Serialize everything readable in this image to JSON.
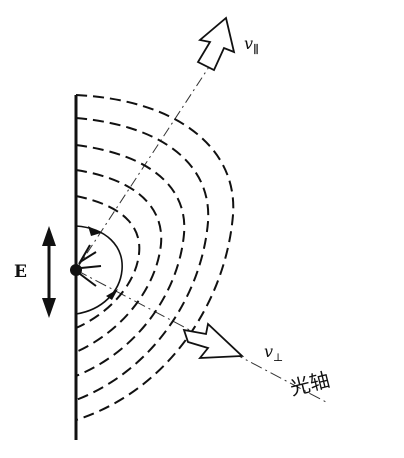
{
  "diagram": {
    "labels": {
      "field": "E",
      "v_parallel": "v",
      "v_parallel_sub": "∥",
      "v_perp": "v",
      "v_perp_sub": "⊥",
      "optic_axis": "光轴"
    },
    "colors": {
      "ink": "#111111",
      "background": "#ffffff"
    }
  }
}
